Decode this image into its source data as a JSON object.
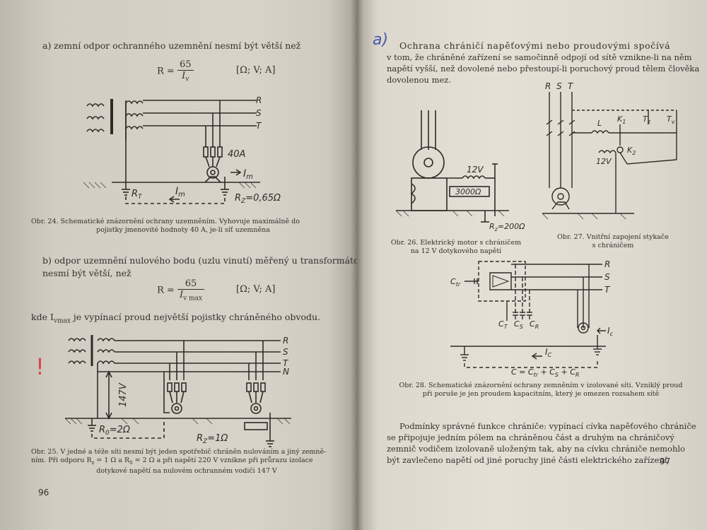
{
  "left_page": {
    "para_a": "a) zemní odpor ochranného uzemnění nesmí být větší než",
    "formula_a": {
      "lhs": "R =",
      "num": "65",
      "den": "I",
      "den_sub": "v",
      "units": "[Ω; V; A]"
    },
    "fig24": {
      "labels": {
        "R": "R",
        "S": "S",
        "T": "T",
        "fuse": "40A",
        "Im": "I",
        "Im_sub": "m",
        "RT": "R",
        "RT_sub": "T",
        "Im2": "I",
        "Im2_sub": "m",
        "RZ": "R",
        "RZ_sub": "Z",
        "RZ_val": "=0,65Ω"
      },
      "caption_1": "Obr. 24. Schematické znázornění ochrany uzemněním. Vyhovuje maximálně do",
      "caption_2": "pojistky jmenovité hodnoty 40 A, je-li síť uzemněna"
    },
    "para_b_1": "b) odpor uzemnění nulového bodu (uzlu vinutí) měřený u transformátoru",
    "para_b_2": "nesmí být větší, než",
    "formula_b": {
      "lhs": "R =",
      "num": "65",
      "den": "I",
      "den_sub": "v max",
      "units": "[Ω; V; A]"
    },
    "para_kde": "kde I",
    "para_kde_sub": "vmax",
    "para_kde_rest": " je vypínací proud největší pojistky chráněného obvodu.",
    "fig25": {
      "labels": {
        "R": "R",
        "S": "S",
        "T": "T",
        "N": "N",
        "volt": "147V",
        "R0": "R",
        "R0_sub": "0",
        "R0_val": "=2Ω",
        "RZ": "R",
        "RZ_sub": "Z",
        "RZ_val": "=1Ω"
      },
      "caption_1": "Obr. 25. V jedné a téže síti nesmí být jeden spotřebič chráněn nulováním a jiný zemně-",
      "caption_2": "ním. Při odporu R",
      "caption_2_sub1": "z",
      "caption_2_mid": " = 1 Ω a R",
      "caption_2_sub2": "0",
      "caption_2_end": " = 2 Ω a při napětí 220 V vznikne při průrazu izolace",
      "caption_3": "dotykové napětí na nulovém ochranném vodiči 147 V"
    },
    "page_number": "96",
    "margin_mark": "!"
  },
  "right_page": {
    "margin_mark": "a)",
    "para_1": "Ochrana chráničí napěťovými nebo proudovými spočívá",
    "para_2": "v tom, že chráněné zařízení se samočinně odpojí od sítě vznikne-li na něm",
    "para_3": "napětí vyšší, než dovolené nebo přestoupí-li poruchový proud tělem člověka",
    "para_4": "dovolenou mez.",
    "fig26": {
      "labels": {
        "v12": "12V",
        "r3000": "3000Ω",
        "rz": "R",
        "rz_sub": "z",
        "rz_val": "=200Ω"
      },
      "caption_1": "Obr. 26. Elektrický motor s chráničem",
      "caption_2": "na 12 V dotykového napětí"
    },
    "fig27": {
      "labels": {
        "R": "R",
        "S": "S",
        "T": "T",
        "L": "L",
        "K1": "K",
        "K1_sub": "1",
        "Tz": "T",
        "Tz_sub": "z",
        "Tv": "T",
        "Tv_sub": "v",
        "K2": "K",
        "K2_sub": "2",
        "v12": "12V"
      },
      "caption_1": "Obr. 27. Vnitřní zapojení stykače",
      "caption_2": "s chráničem"
    },
    "fig28": {
      "labels": {
        "R": "R",
        "S": "S",
        "T": "T",
        "Ctr": "C",
        "Ctr_sub": "tr",
        "CT": "C",
        "CT_sub": "T",
        "CS": "C",
        "CS_sub": "S",
        "CR": "C",
        "CR_sub": "R",
        "Ic": "I",
        "Ic_sub": "c",
        "Ic2": "I",
        "Ic2_sub": "C",
        "eq": "C = C",
        "eq_sub1": "tr",
        "eq_mid1": " + C",
        "eq_sub2": "S",
        "eq_mid2": " + C",
        "eq_sub3": "R"
      },
      "caption_1": "Obr. 28. Schematické znázornění ochrany zemněním v izolované síti. Vzniklý proud",
      "caption_2": "při poruše je jen proudem kapacitním, který je omezen rozsahem sítě"
    },
    "para_5": "Podmínky správné funkce chrániče: vypínací cívka napěťového chrániče",
    "para_6": "se připojuje jedním pólem na chráněnou část a druhým na chráničový",
    "para_7": "zemnič vodičem izolovaně uloženým tak, aby na cívku chrániče nemohlo",
    "para_8": "být zavlečeno napětí od jiné poruchy jiné části elektrického zařízení.",
    "page_number": "97"
  }
}
